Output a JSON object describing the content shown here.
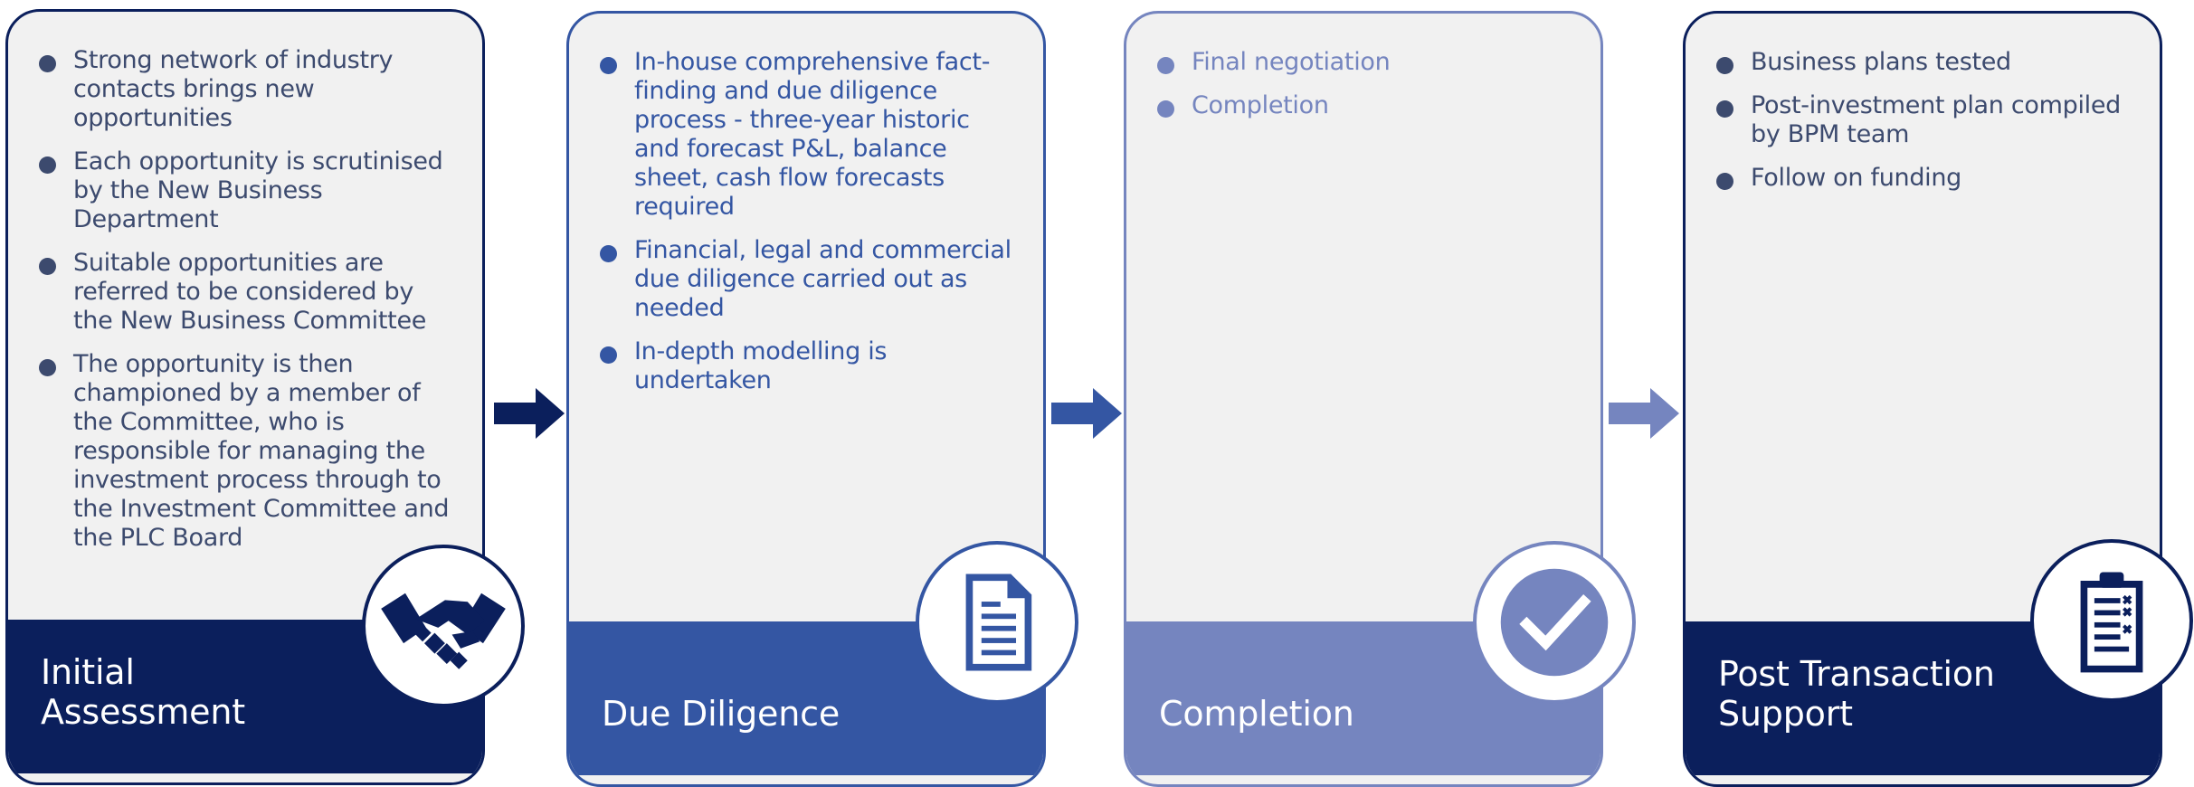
{
  "stages": [
    {
      "title": "Initial\nAssessment",
      "accent": "#0b1f5c",
      "text_color": "#3c4a6e",
      "bullet_color": "#3c5273",
      "icon": "handshake-icon",
      "bullets": [
        "Strong network of industry contacts brings new opportunities",
        "Each opportunity is scrutinised by the New Business Department",
        "Suitable opportunities are referred to be considered by the New Business Committee",
        "The opportunity is then championed by a member of the Committee, who is responsible for managing the investment process through to the Investment Committee and the PLC Board"
      ]
    },
    {
      "title": "Due Diligence",
      "accent": "#3456a3",
      "text_color": "#3456a3",
      "bullet_color": "#3456a3",
      "icon": "document-icon",
      "bullets": [
        "In-house comprehensive fact-finding and due diligence process - three-year historic and forecast P&L, balance sheet, cash flow forecasts required",
        "Financial, legal and commercial due diligence carried out as needed",
        "In-depth modelling is undertaken"
      ]
    },
    {
      "title": "Completion",
      "accent": "#7585bf",
      "text_color": "#7585bf",
      "bullet_color": "#7585bf",
      "icon": "checkmark-icon",
      "bullets": [
        "Final negotiation",
        "Completion"
      ]
    },
    {
      "title": "Post Transaction\nSupport",
      "accent": "#0b1f5c",
      "text_color": "#3c4a6e",
      "bullet_color": "#3c5273",
      "icon": "clipboard-icon",
      "bullets": [
        "Business plans tested",
        "Post-investment plan compiled by BPM team",
        "Follow on funding"
      ]
    }
  ],
  "arrows": [
    {
      "icon": "arrow-right-icon",
      "color": "#0b1f5c"
    },
    {
      "icon": "arrow-right-icon",
      "color": "#3456a3"
    },
    {
      "icon": "arrow-right-icon",
      "color": "#7585bf"
    }
  ]
}
